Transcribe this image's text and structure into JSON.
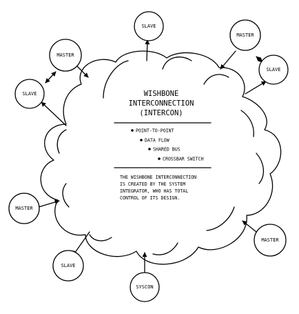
{
  "cloud": {
    "title_lines": [
      "WISHBONE",
      "INTERCONNECTION",
      "(INTERCON)"
    ],
    "bullets": [
      "POINT-TO-POINT",
      "DATA FLOW",
      "SHARED BUS",
      "CROSSBAR SWITCH"
    ],
    "description_lines": [
      "THE WISHBONE INTERCONNECTION",
      "IS CREATED BY THE SYSTEM",
      "INTEGRATOR, WHO HAS TOTAL",
      "CONTROL OF ITS DESIGN."
    ]
  },
  "nodes": [
    {
      "id": "slave-top",
      "label": "SLAVE"
    },
    {
      "id": "master-top-right",
      "label": "MASTER"
    },
    {
      "id": "slave-right",
      "label": "SLAVE"
    },
    {
      "id": "master-top-left",
      "label": "MASTER"
    },
    {
      "id": "slave-left",
      "label": "SLAVE"
    },
    {
      "id": "master-left",
      "label": "MASTER"
    },
    {
      "id": "slave-bottom-left",
      "label": "SLAVE"
    },
    {
      "id": "syscon-bottom",
      "label": "SYSCON"
    },
    {
      "id": "master-bottom-right",
      "label": "MASTER"
    }
  ]
}
